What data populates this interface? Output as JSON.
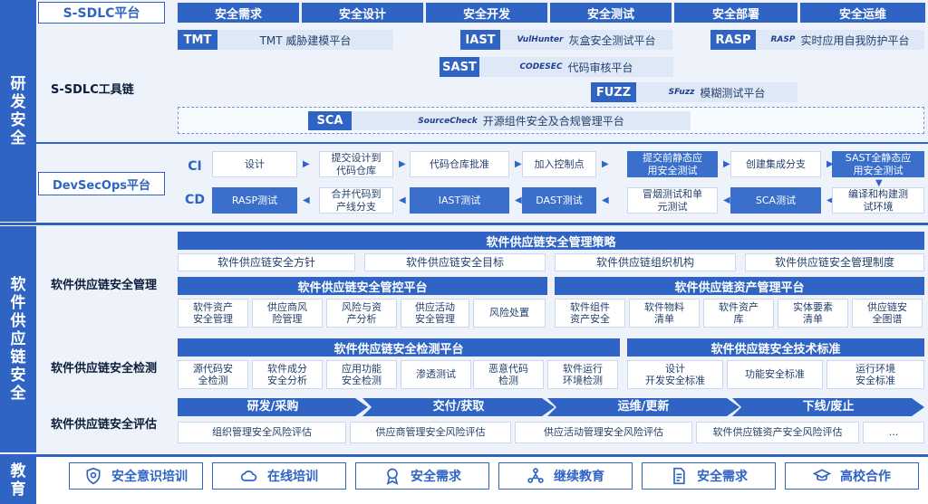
{
  "left_bands": [
    {
      "chars": [
        "研",
        "发",
        "安",
        "全"
      ]
    },
    {
      "chars": [
        "软",
        "件",
        "供",
        "应",
        "链",
        "安",
        "全"
      ]
    },
    {
      "chars": [
        "教",
        "育"
      ]
    }
  ],
  "sdlc": {
    "platform_label": "S-SDLC平台",
    "phases": [
      "安全需求",
      "安全设计",
      "安全开发",
      "安全测试",
      "安全部署",
      "安全运维"
    ],
    "toolchain_label": "S-SDLC工具链",
    "tools": {
      "tmt": {
        "tag": "TMT",
        "text": "TMT 威胁建模平台"
      },
      "iast": {
        "tag": "IAST",
        "logo": "VulHunter",
        "text": "灰盒安全测试平台"
      },
      "rasp": {
        "tag": "RASP",
        "logo": "RASP",
        "text": "实时应用自我防护平台"
      },
      "sast": {
        "tag": "SAST",
        "logo": "CODESEC",
        "text": "代码审核平台"
      },
      "fuzz": {
        "tag": "FUZZ",
        "logo": "SFuzz",
        "text": "模糊测试平台"
      },
      "sca": {
        "tag": "SCA",
        "logo": "SourceCheck",
        "text": "开源组件安全及合规管理平台"
      }
    }
  },
  "devsecops": {
    "label": "DevSecOps平台",
    "ci": "CI",
    "cd": "CD",
    "ci_steps": [
      "设计",
      "提交设计到\n代码仓库",
      "代码仓库批准",
      "加入控制点",
      "提交前静态应\n用安全测试",
      "创建集成分支",
      "SAST全静态应\n用安全测试"
    ],
    "cd_steps": [
      "RASP测试",
      "合并代码到\n产线分支",
      "IAST测试",
      "DAST测试",
      "冒烟测试和单\n元测试",
      "SCA测试",
      "编译和构建测\n试环境"
    ]
  },
  "supply": {
    "mgmt_label": "软件供应链安全管理",
    "policy_title": "软件供应链安全管理策略",
    "policy_items": [
      "软件供应链安全方针",
      "软件供应链安全目标",
      "软件供应链组织机构",
      "软件供应链安全管理制度"
    ],
    "control_title": "软件供应链安全管控平台",
    "control_items": [
      "软件资产\n安全管理",
      "供应商风\n险管理",
      "风险与资\n产分析",
      "供应活动\n安全管理",
      "风险处置"
    ],
    "asset_title": "软件供应链资产管理平台",
    "asset_items": [
      "软件组件\n资产安全",
      "软件物料\n清单",
      "软件资产\n库",
      "实体要素\n清单",
      "供应链安\n全图谱"
    ],
    "detect_label": "软件供应链安全检测",
    "detect_title": "软件供应链安全检测平台",
    "detect_items": [
      "源代码安\n全检测",
      "软件成分\n安全分析",
      "应用功能\n安全检测",
      "渗透测试",
      "恶意代码\n检测",
      "软件运行\n环境检测"
    ],
    "std_title": "软件供应链安全技术标准",
    "std_items": [
      "设计\n开发安全标准",
      "功能安全标准",
      "运行环境\n安全标准"
    ],
    "eval_label": "软件供应链安全评估",
    "eval_stages": [
      "研发/采购",
      "交付/获取",
      "运维/更新",
      "下线/废止"
    ],
    "eval_items": [
      "组织管理安全风险评估",
      "供应商管理安全风险评估",
      "供应活动管理安全风险评估",
      "软件供应链资产安全风险评估",
      "..."
    ]
  },
  "education": {
    "items": [
      {
        "label": "安全意识培训",
        "icon": "shield-icon"
      },
      {
        "label": "在线培训",
        "icon": "cloud-icon"
      },
      {
        "label": "安全需求",
        "icon": "badge-icon"
      },
      {
        "label": "继续教育",
        "icon": "network-icon"
      },
      {
        "label": "安全需求",
        "icon": "document-icon"
      },
      {
        "label": "高校合作",
        "icon": "graduation-cap-icon"
      }
    ]
  },
  "colors": {
    "primary": "#2f64c4",
    "light": "#dfe8f7",
    "background": "#eef3fb"
  }
}
